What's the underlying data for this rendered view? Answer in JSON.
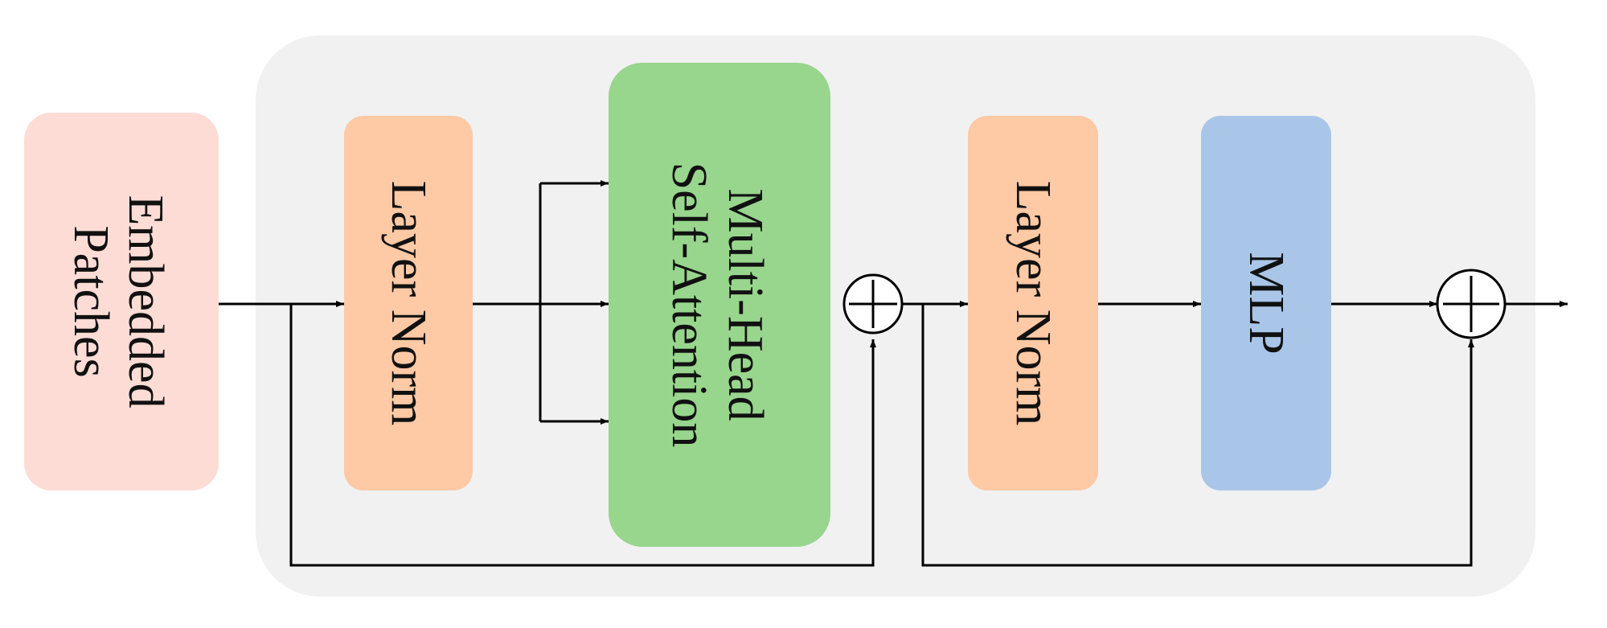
{
  "diagram": {
    "embedded_patches": {
      "label_line1": "Embedded",
      "label_line2": "Patches"
    },
    "layer_norm_1": {
      "label": "Layer Norm"
    },
    "multi_head_attention": {
      "label_line1": "Multi-Head",
      "label_line2": "Self-Attention"
    },
    "layer_norm_2": {
      "label": "Layer Norm"
    },
    "mlp": {
      "label": "MLP"
    },
    "colors": {
      "encoder_background": "#f1f1f1",
      "embedded_patches_fill": "#fddcd6",
      "layer_norm_fill": "#fec9a5",
      "attention_fill": "#98d58d",
      "mlp_fill": "#a9c6e8",
      "wire": "#000000"
    }
  }
}
